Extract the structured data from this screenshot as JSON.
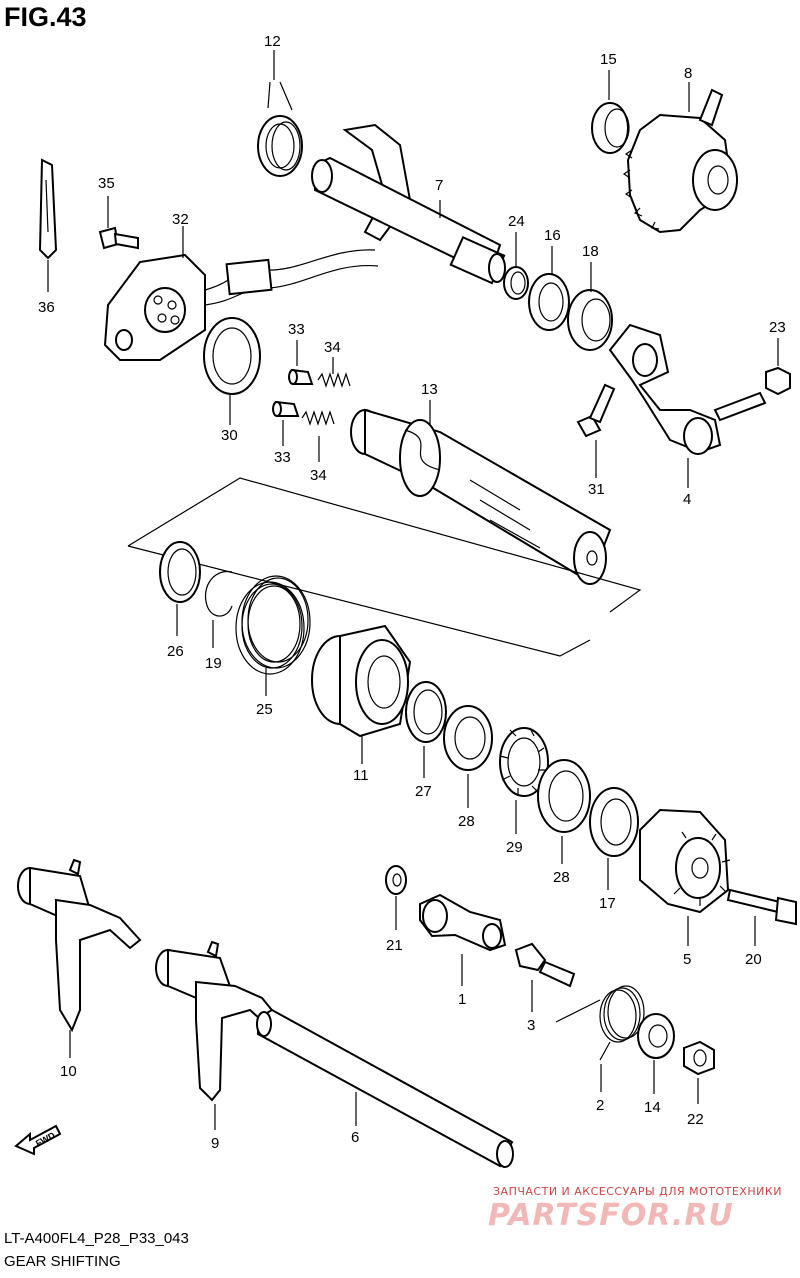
{
  "figure": {
    "title": "FIG.43",
    "code": "LT-A400FL4_P28_P33_043",
    "caption": "GEAR SHIFTING"
  },
  "callouts": {
    "n1": "1",
    "n2": "2",
    "n3": "3",
    "n4": "4",
    "n5": "5",
    "n6": "6",
    "n7": "7",
    "n8": "8",
    "n9": "9",
    "n10": "10",
    "n11": "11",
    "n12": "12",
    "n13": "13",
    "n14": "14",
    "n15": "15",
    "n16": "16",
    "n17": "17",
    "n18": "18",
    "n19": "19",
    "n20": "20",
    "n21": "21",
    "n22": "22",
    "n23": "23",
    "n24": "24",
    "n25": "25",
    "n26": "26",
    "n27": "27",
    "n28a": "28",
    "n28b": "28",
    "n29": "29",
    "n30": "30",
    "n31": "31",
    "n32": "32",
    "n33a": "33",
    "n33b": "33",
    "n34a": "34",
    "n34b": "34",
    "n35": "35",
    "n36": "36"
  },
  "fwd_icon": {
    "label": "FWD",
    "icon": "arrow-icon"
  },
  "watermark": {
    "tagline": "ЗАПЧАСТИ И АКСЕССУАРЫ ДЛЯ МОТОТЕХНИКИ",
    "brand": "PARTSFOR.RU",
    "color": "#f2b7b7"
  }
}
